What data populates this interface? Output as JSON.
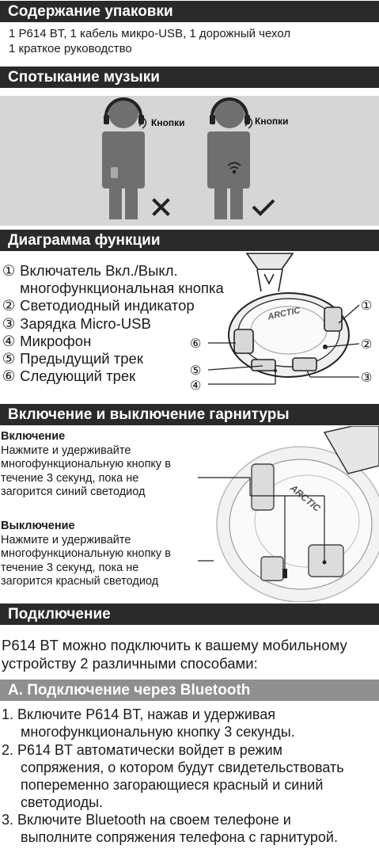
{
  "package": {
    "title": "Содержание упаковки",
    "line1": "1 P614 BT, 1 кабель микро-USB, 1 дорожный чехол",
    "line2": "1 краткое руководство"
  },
  "music": {
    "title": "Спотыкание музыки",
    "label_left": "Кнопки",
    "label_right": "Кнопки"
  },
  "diagram": {
    "title": "Диаграмма функции",
    "items": [
      {
        "num": "①",
        "text": "Включатель Вкл./Выкл."
      },
      {
        "num": "",
        "text": "многофункциональная кнопка"
      },
      {
        "num": "②",
        "text": "Светодиодный индикатор"
      },
      {
        "num": "③",
        "text": "Зарядка Micro-USB"
      },
      {
        "num": "④",
        "text": "Микрофон"
      },
      {
        "num": "⑤",
        "text": "Предыдущий трек"
      },
      {
        "num": "⑥",
        "text": "Следующий трек"
      }
    ],
    "callouts": [
      "①",
      "②",
      "③",
      "④",
      "⑤",
      "⑥"
    ],
    "brand": "ARCTIC"
  },
  "power": {
    "title": "Включение и выключение гарнитуры",
    "on_heading": "Включение",
    "on_lines": [
      "Нажмите и удерживайте",
      "многофункциональную кнопку в",
      "течение 3 секунд, пока не",
      "загорится синий светодиод"
    ],
    "off_heading": "Выключение",
    "off_lines": [
      "Нажмите и удерживайте",
      "многофункциональную кнопку в",
      "течение 3 секунд, пока не",
      "загорится красный светодиод"
    ],
    "brand": "ARCTIC"
  },
  "connect": {
    "title": "Подключение",
    "lines": [
      "P614 BT можно подключить к вашему мобильному",
      "устройству 2 различными способами:"
    ]
  },
  "bluetooth": {
    "title": "A. Подключение через Bluetooth",
    "steps": [
      {
        "first": "1. Включите P614 BT, нажав и удерживая",
        "rest": [
          "многофункциональную кнопку 3 секунды."
        ]
      },
      {
        "first": "2. P614 BT автоматически войдет в режим",
        "rest": [
          "сопряжения, о котором будут свидетельствовать",
          "попеременно загорающиеся красный и синий",
          "светодиоды."
        ]
      },
      {
        "first": "3. Включите Bluetooth на своем телефоне и",
        "rest": [
          "выполните сопряжения телефона с гарнитурой."
        ]
      }
    ]
  },
  "colors": {
    "bar_dark": "#2a2a2a",
    "bar_light": "#8f8f8f",
    "panel": "#d6d6d6",
    "figure": "#6f6f6f"
  }
}
